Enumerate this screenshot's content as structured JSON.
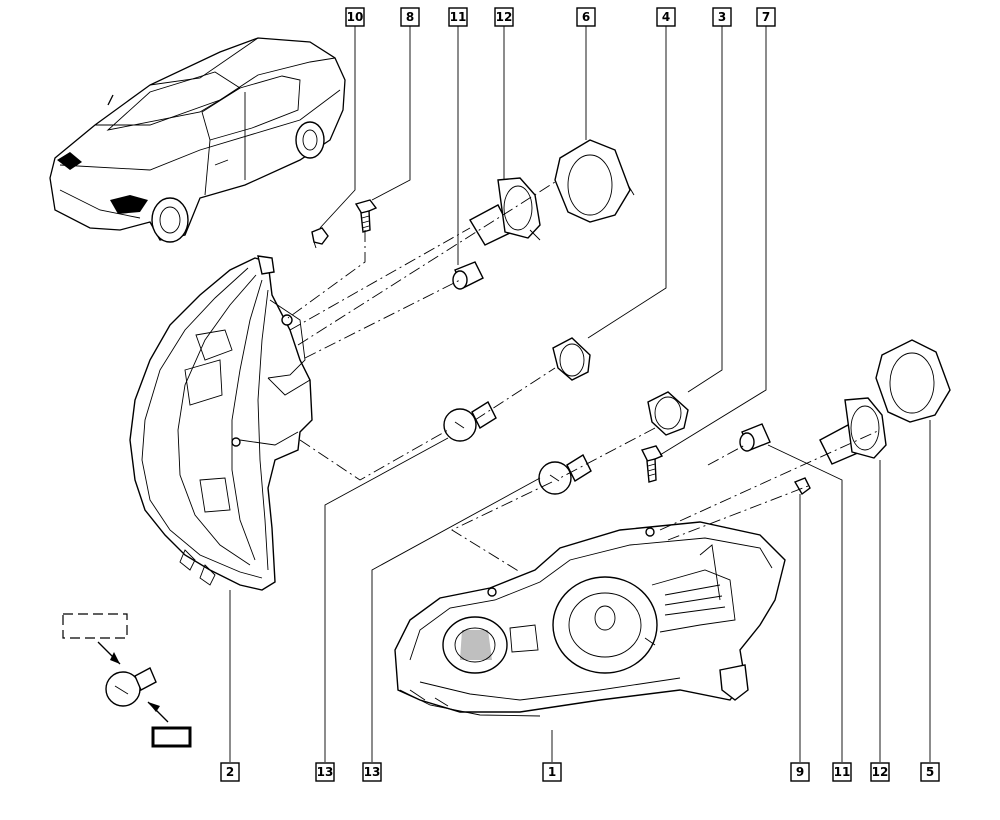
{
  "callouts": [
    {
      "id": "c10-top",
      "label": "10"
    },
    {
      "id": "c8-top",
      "label": "8"
    },
    {
      "id": "c11-top",
      "label": "11"
    },
    {
      "id": "c12-top",
      "label": "12"
    },
    {
      "id": "c6-top",
      "label": "6"
    },
    {
      "id": "c4-top",
      "label": "4"
    },
    {
      "id": "c3-top",
      "label": "3"
    },
    {
      "id": "c7-top",
      "label": "7"
    },
    {
      "id": "c2-bot",
      "label": "2"
    },
    {
      "id": "c13a-bot",
      "label": "13"
    },
    {
      "id": "c13b-bot",
      "label": "13"
    },
    {
      "id": "c1-bot",
      "label": "1"
    },
    {
      "id": "c9-bot",
      "label": "9"
    },
    {
      "id": "c11-bot",
      "label": "11"
    },
    {
      "id": "c12-bot",
      "label": "12"
    },
    {
      "id": "c5-bot",
      "label": "5"
    }
  ]
}
